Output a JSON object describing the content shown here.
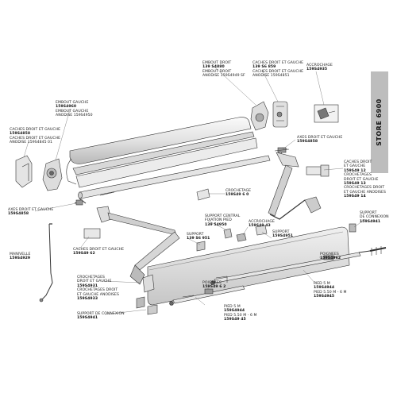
{
  "side_tab": "STORE 6900",
  "labels": {
    "embout_gauche": {
      "lines": [
        "EMBOUT GAUCHE",
        "159S4960",
        "EMBOUT GAUCHE",
        "ANODISE 159S4950"
      ]
    },
    "caches_gauche_tl": {
      "lines": [
        "CACHES DROIT ET GAUCHE",
        "159S4858",
        "CACHES DROIT ET GAUCHE",
        "ANODISE 159S4845 01"
      ]
    },
    "embout_droit": {
      "lines": [
        "EMBOUT DROIT",
        "139 S4880",
        "EMBOUT DROIT",
        "ANODISE 159S4949 SF"
      ]
    },
    "caches_droit_top": {
      "lines": [
        "CACHES DROIT ET GAUCHE",
        "139 S6 859",
        "CACHES DROIT ET GAUCHE",
        "ANODISE 159S4851"
      ]
    },
    "accrochage_top": {
      "lines": [
        "ACCROCHAGE",
        "159S4935"
      ]
    },
    "axes_right": {
      "lines": [
        "AXES DROIT ET GAUCHE",
        "159S4858"
      ]
    },
    "caches_right": {
      "lines": [
        "CACHES DROIT",
        "ET GAUCHE",
        "159S49 12",
        "CROCHETAGES",
        "DROIT ET GAUCHE",
        "159S49 13",
        "CROCHETAGES DROIT",
        "ET GAUCHE ANODISES",
        "159S49 14"
      ]
    },
    "support_connexion_right": {
      "lines": [
        "SUPPORT",
        "DE CONNEXION",
        "159S4941"
      ]
    },
    "crochetage_mid": {
      "lines": [
        "CROCHETAGE",
        "159S49 6 0"
      ]
    },
    "support_central": {
      "lines": [
        "SUPPORT CENTRAL",
        "FIXATION PIED",
        "139 54950"
      ]
    },
    "accrochage_mid": {
      "lines": [
        "ACCROCHAGE",
        "159S49 43"
      ]
    },
    "support_mid": {
      "lines": [
        "SUPPORT",
        "159S4951"
      ]
    },
    "support_left": {
      "lines": [
        "SUPPORT",
        "139 S6 951"
      ]
    },
    "axes_left": {
      "lines": [
        "AXES DROIT ET GAUCHE",
        "159S4858"
      ]
    },
    "manivelle": {
      "lines": [
        "MANIVELLE",
        "159S4929"
      ]
    },
    "caches_left_mid": {
      "lines": [
        "CACHES DROIT ET GAUCHE",
        "159S49 62"
      ]
    },
    "poignees_right": {
      "lines": [
        "POIGNEES",
        "159S4962"
      ]
    },
    "poignees_mid": {
      "lines": [
        "POIGNEES",
        "159S49 6 2"
      ]
    },
    "pied_right": {
      "lines": [
        "PIED 5 M",
        "159S4944",
        "PIED 5.50 M - 6 M",
        "159S4945"
      ]
    },
    "pied_left": {
      "lines": [
        "PIED 5 M",
        "159S4944",
        "PIED 5.50 M - 6 M",
        "159S49 45"
      ]
    },
    "crochetages_left": {
      "lines": [
        "CROCHETAGES",
        "DROIT ET GAUCHE",
        "159S4931",
        "CROCHETAGES DROIT",
        "ET GAUCHE ANODISES",
        "159S4933"
      ]
    },
    "support_connexion_left": {
      "lines": [
        "SUPPORT DE CONNEXION",
        "159S4941"
      ]
    }
  },
  "colors": {
    "ink": "#222222",
    "part_fill": "#e6e6e6",
    "part_dark": "#9a9a9a",
    "tab": "#bdbdbd"
  }
}
